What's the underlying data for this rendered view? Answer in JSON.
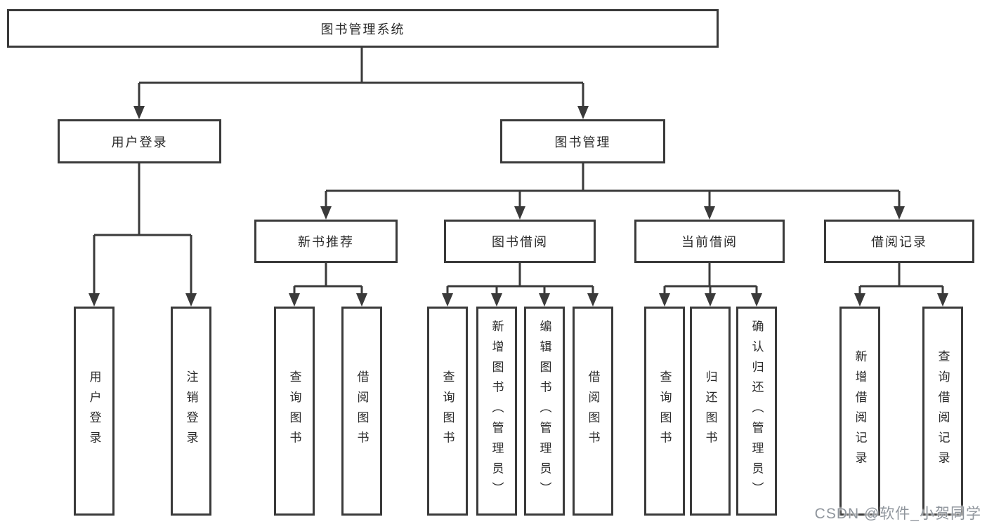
{
  "diagram": {
    "root": {
      "label": "图书管理系统"
    },
    "level2": [
      {
        "label": "用户登录"
      },
      {
        "label": "图书管理"
      }
    ],
    "level3": [
      {
        "label": "新书推荐"
      },
      {
        "label": "图书借阅"
      },
      {
        "label": "当前借阅"
      },
      {
        "label": "借阅记录"
      }
    ],
    "leaves": {
      "user_login": [
        "用户登录",
        "注销登录"
      ],
      "new_books": [
        "查询图书",
        "借阅图书"
      ],
      "book_borrow": [
        "查询图书",
        "新增图书（管理员）",
        "编辑图书（管理员）",
        "借阅图书"
      ],
      "current_borrow": [
        "查询图书",
        "归还图书",
        "确认归还（管理员）"
      ],
      "borrow_records": [
        "新增借阅记录",
        "查询借阅记录"
      ]
    }
  },
  "watermark": {
    "text": "CSDN @软件_小贺同学"
  },
  "colors": {
    "line": "#3a3a3a",
    "box_border": "#3a3a3a",
    "text": "#2b2b2b",
    "watermark": "#8f959c",
    "background": "#ffffff"
  }
}
